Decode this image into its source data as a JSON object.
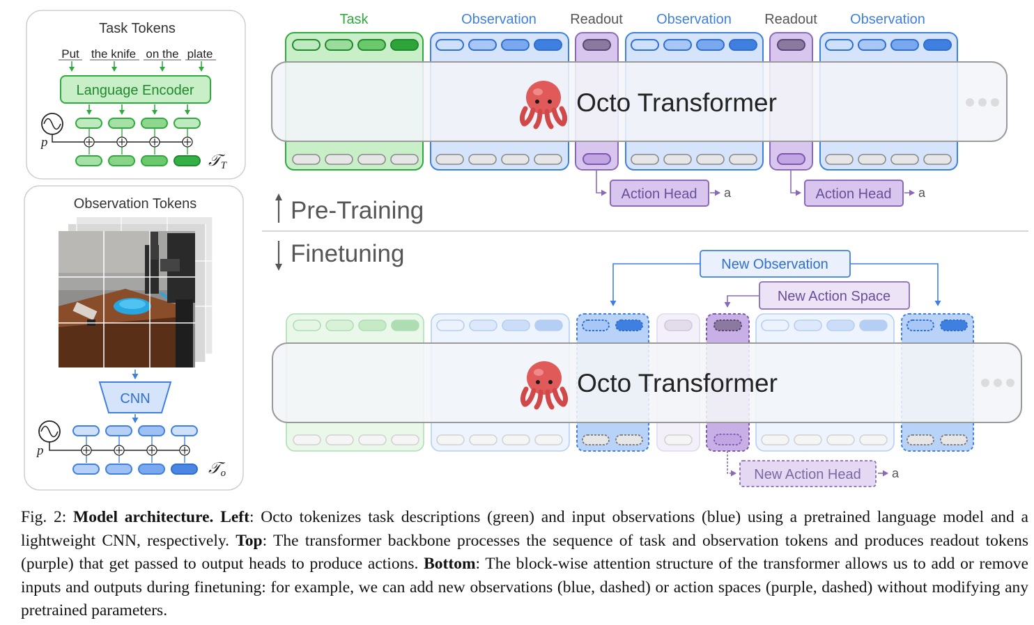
{
  "colors": {
    "task_green": "#2eaa3c",
    "task_fill": "#c9efc9",
    "obs_blue": "#3f7fe0",
    "obs_fill": "#d5e4fb",
    "readout_purple": "#8a6ab8",
    "readout_fill": "#d8c6ee",
    "transformer_fill": "#f3f5f8",
    "transformer_stroke": "#9a9a9a"
  },
  "left_panel": {
    "task_tokens": {
      "title": "Task Tokens",
      "words": [
        "Put",
        "the knife",
        "on the",
        "plate"
      ],
      "encoder_label": "Language Encoder",
      "pos_label": "p",
      "tau_label": "𝒯",
      "tau_sub": "T"
    },
    "observation_tokens": {
      "title": "Observation Tokens",
      "cnn_label": "CNN",
      "pos_label": "p",
      "tau_label": "𝒯",
      "tau_sub": "o"
    }
  },
  "pretraining": {
    "group_labels": [
      "Task",
      "Observation",
      "Readout",
      "Observation",
      "Readout",
      "Observation"
    ],
    "transformer_label": "Octo Transformer",
    "octopus_icon": "octopus-icon",
    "action_head_label": "Action Head",
    "action_output": "a",
    "stage_label": "Pre-Training",
    "stage_arrow": "↑"
  },
  "finetuning": {
    "stage_label": "Finetuning",
    "stage_arrow": "↓",
    "transformer_label": "Octo Transformer",
    "new_observation_label": "New Observation",
    "new_action_space_label": "New Action Space",
    "new_action_head_label": "New Action Head",
    "action_output": "a"
  },
  "caption": {
    "fig": "Fig. 2: ",
    "b1": "Model architecture. Left",
    "t1": ": Octo tokenizes task descriptions (green) and input observations (blue) using a pretrained language model and a lightweight CNN, respectively. ",
    "b2": "Top",
    "t2": ": The transformer backbone processes the sequence of task and observation tokens and produces readout tokens (purple) that get passed to output heads to produce actions. ",
    "b3": "Bottom",
    "t3": ": The block-wise attention structure of the transformer allows us to add or remove inputs and outputs during finetuning: for example, we can add new observations (blue, dashed) or action spaces (purple, dashed) without modifying any pretrained parameters."
  }
}
